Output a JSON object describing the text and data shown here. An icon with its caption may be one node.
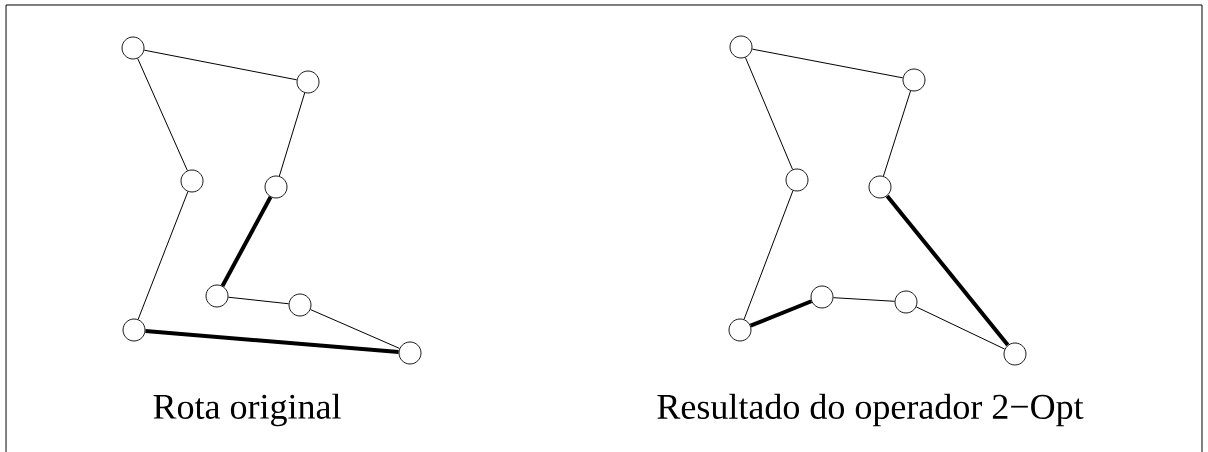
{
  "diagram": {
    "nodes": [
      {
        "text": [],
        "shape": "circle"
      },
      {
        "text": [],
        "shape": "circle"
      },
      {
        "text": [],
        "shape": "circle"
      },
      {
        "text": [],
        "shape": "circle"
      },
      {
        "text": [],
        "shape": "circle"
      },
      {
        "text": [],
        "shape": "circle"
      },
      {
        "text": [],
        "shape": "circle"
      },
      {
        "text": [],
        "shape": "circle"
      },
      {
        "text": [],
        "shape": "circle"
      },
      {
        "text": [],
        "shape": "circle"
      },
      {
        "text": [],
        "shape": "circle"
      },
      {
        "text": [],
        "shape": "circle"
      },
      {
        "text": [],
        "shape": "circle"
      },
      {
        "text": [],
        "shape": "circle"
      },
      {
        "text": [],
        "shape": "circle"
      },
      {
        "text": [],
        "shape": "circle"
      }
    ],
    "edges": [
      {
        "from": 0,
        "to": 1,
        "arrow": "none"
      },
      {
        "from": 1,
        "to": 3,
        "arrow": "none"
      },
      {
        "from": 0,
        "to": 2,
        "arrow": "none"
      },
      {
        "from": 2,
        "to": 6,
        "arrow": "none"
      },
      {
        "from": 3,
        "to": 4,
        "arrow": "none",
        "style": "thick"
      },
      {
        "from": 4,
        "to": 5,
        "arrow": "none"
      },
      {
        "from": 5,
        "to": 7,
        "arrow": "none"
      },
      {
        "from": 6,
        "to": 7,
        "arrow": "none",
        "style": "thick"
      },
      {
        "from": 8,
        "to": 9,
        "arrow": "none"
      },
      {
        "from": 9,
        "to": 11,
        "arrow": "none"
      },
      {
        "from": 8,
        "to": 10,
        "arrow": "none"
      },
      {
        "from": 10,
        "to": 14,
        "arrow": "none"
      },
      {
        "from": 14,
        "to": 12,
        "arrow": "none",
        "style": "thick"
      },
      {
        "from": 12,
        "to": 13,
        "arrow": "none"
      },
      {
        "from": 13,
        "to": 15,
        "arrow": "none"
      },
      {
        "from": 11,
        "to": 15,
        "arrow": "none",
        "style": "thick"
      }
    ],
    "labels": [
      "Rota original",
      "Resultado do operador 2−Opt"
    ]
  }
}
